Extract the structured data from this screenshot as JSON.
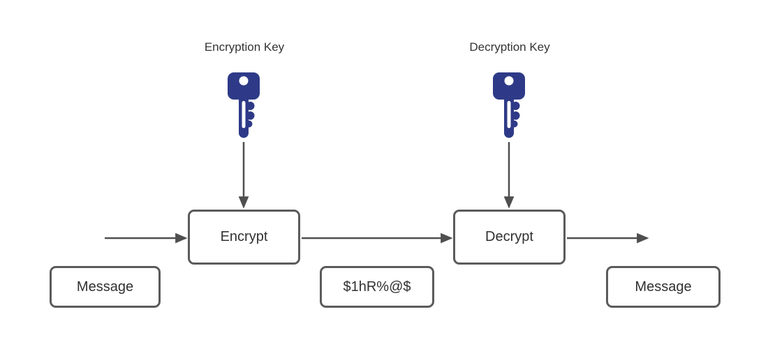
{
  "diagram": {
    "labels": {
      "encryption_key": "Encryption Key",
      "decryption_key": "Decryption Key"
    },
    "nodes": {
      "encrypt": "Encrypt",
      "decrypt": "Decrypt",
      "message_input": "Message",
      "ciphertext": "$1hR%@$",
      "message_output": "Message"
    },
    "icons": {
      "encryption_key": "key-icon",
      "decryption_key": "key-icon"
    },
    "colors": {
      "key_fill": "#2e3a87",
      "key_cutout": "#ffffff",
      "box_border": "#5b5b5b",
      "box_fill": "#ffffff",
      "arrow": "#4f4f4f",
      "text": "#303030",
      "label_text": "#333333",
      "background": "#ffffff"
    }
  }
}
